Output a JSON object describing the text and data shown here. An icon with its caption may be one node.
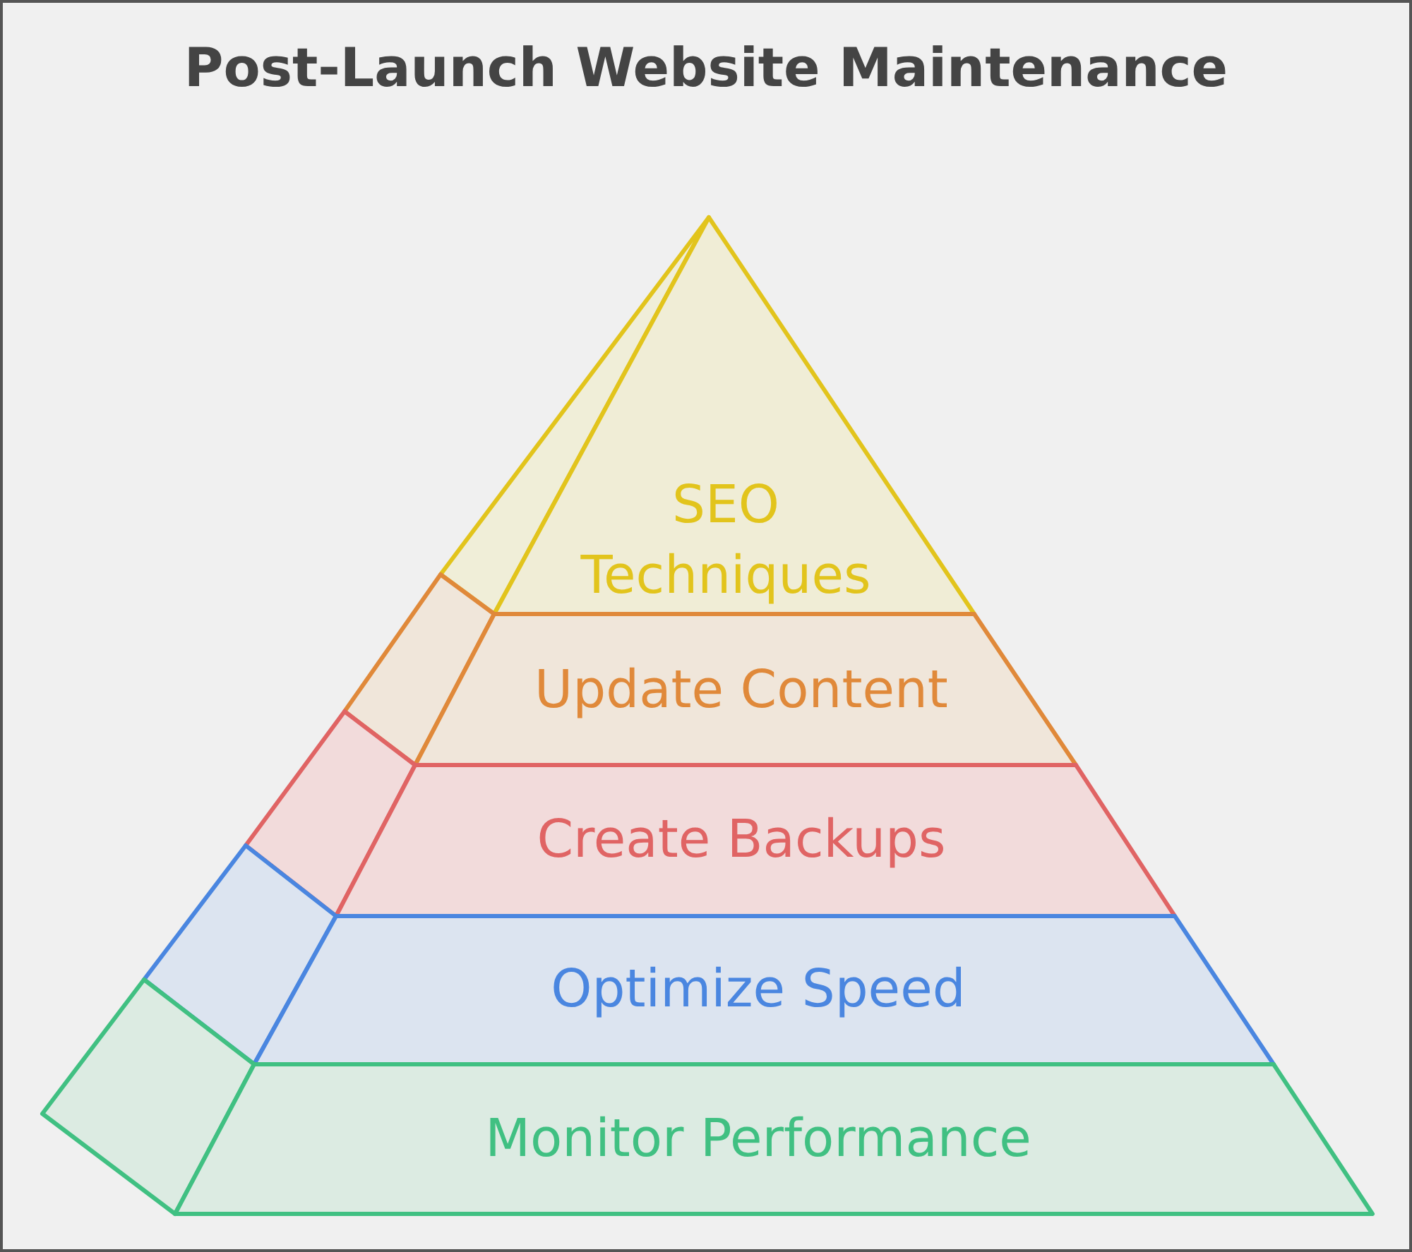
{
  "diagram": {
    "title": "Post-Launch Website Maintenance",
    "nodes": [
      {
        "text": [
          "SEO Techniques"
        ]
      },
      {
        "text": [
          "Update Content"
        ]
      },
      {
        "text": [
          "Create Backups"
        ]
      },
      {
        "text": [
          "Optimize Speed"
        ]
      },
      {
        "text": [
          "Monitor Performance"
        ]
      }
    ]
  }
}
